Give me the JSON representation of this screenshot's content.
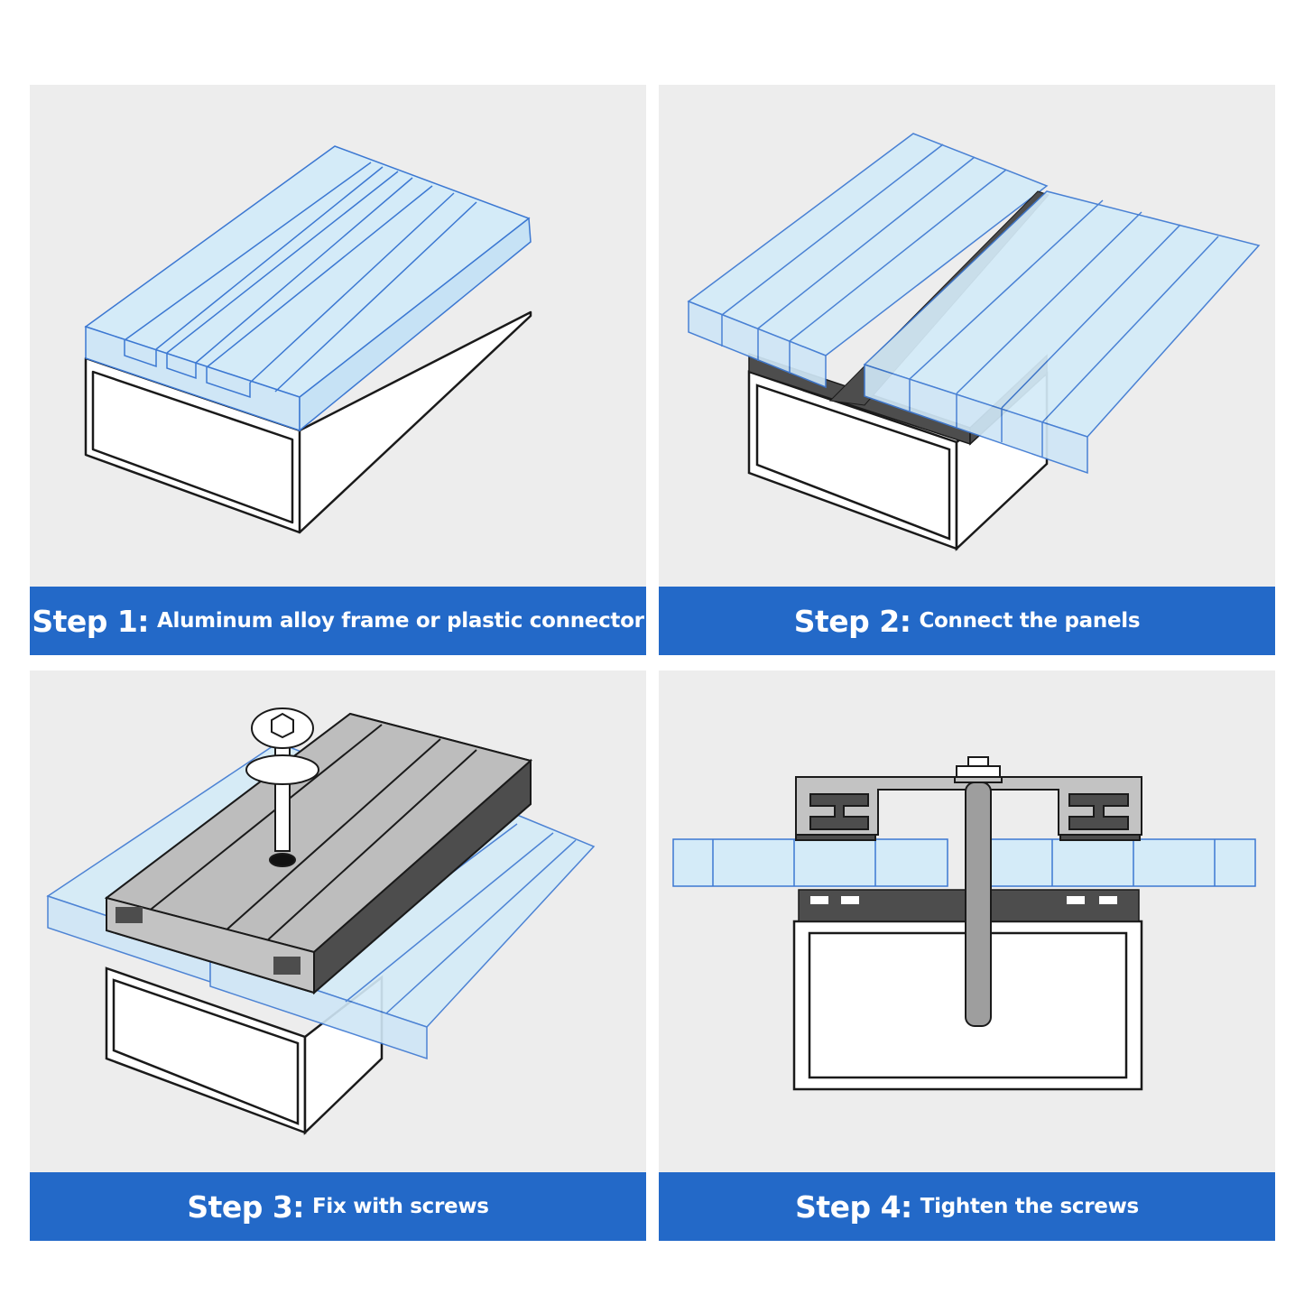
{
  "steps": [
    {
      "label": "Step 1:",
      "text": "Aluminum alloy frame or plastic connector"
    },
    {
      "label": "Step 2:",
      "text": "Connect the panels"
    },
    {
      "label": "Step 3:",
      "text": "Fix with screws"
    },
    {
      "label": "Step 4:",
      "text": "Tighten the screws"
    }
  ],
  "colors": {
    "panel_bg": "#ededed",
    "banner": "#2369c8",
    "sheet_fill": "#d4ebf8",
    "sheet_line": "#3c78d2",
    "connector_dark": "#4d4d4d",
    "cap_gray": "#c3c3c3"
  }
}
